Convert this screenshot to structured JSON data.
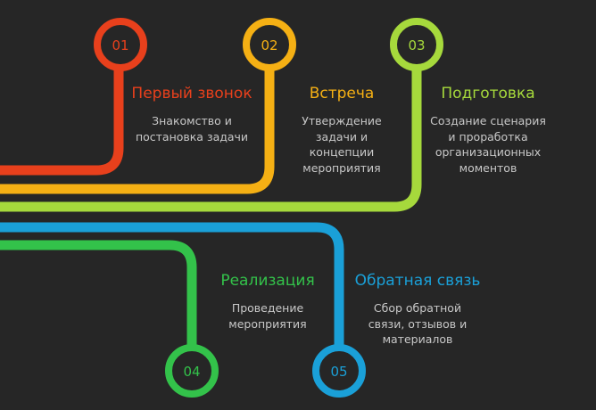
{
  "steps": [
    {
      "number": "01",
      "title": "Первый звонок",
      "description": "Знакомство и постановка задачи",
      "color": "#e8401c"
    },
    {
      "number": "02",
      "title": "Встреча",
      "description": "Утверждение задачи и концепции мероприятия",
      "color": "#f5b014"
    },
    {
      "number": "03",
      "title": "Подготовка",
      "description": "Создание сценария и проработка организационных моментов",
      "color": "#a6d93c"
    },
    {
      "number": "04",
      "title": "Реализация",
      "description": "Проведение мероприятия",
      "color": "#33c24a"
    },
    {
      "number": "05",
      "title": "Обратная связь",
      "description": "Сбор обратной связи, отзывов и материалов",
      "color": "#1aa0d8"
    }
  ]
}
